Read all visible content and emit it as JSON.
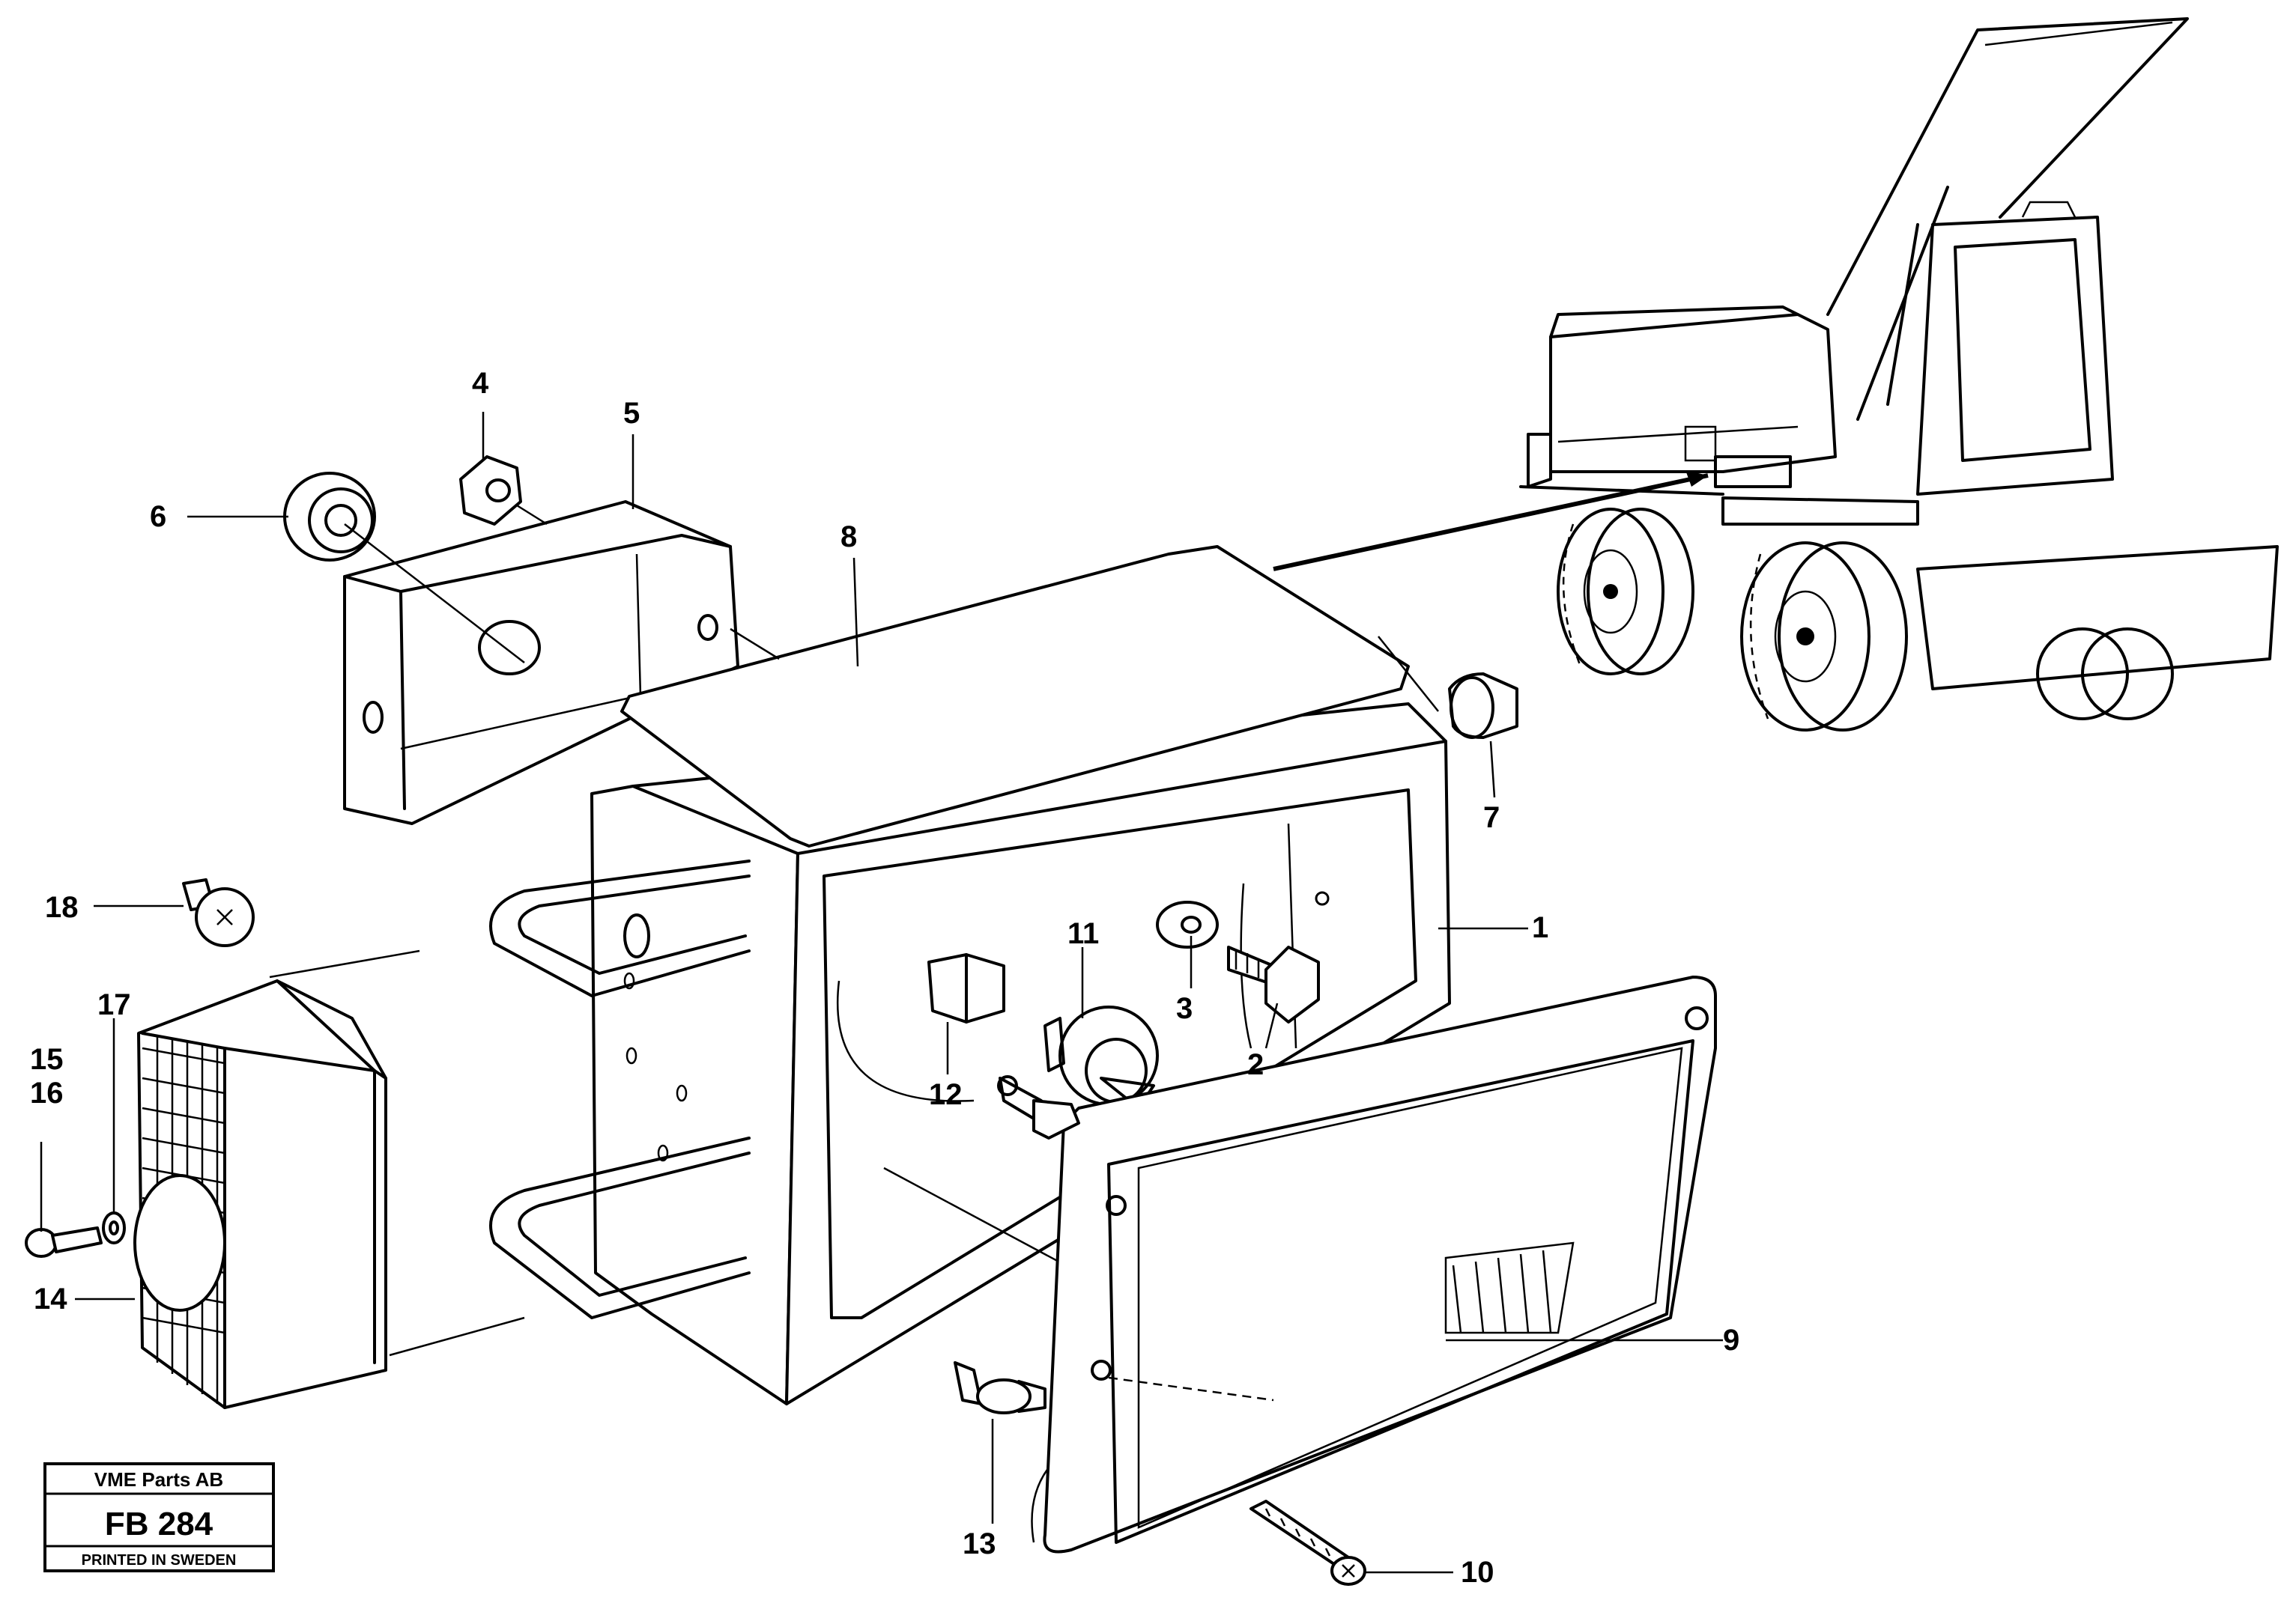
{
  "callouts": [
    {
      "id": "1",
      "label": "1"
    },
    {
      "id": "2",
      "label": "2"
    },
    {
      "id": "3",
      "label": "3"
    },
    {
      "id": "4",
      "label": "4"
    },
    {
      "id": "5",
      "label": "5"
    },
    {
      "id": "6",
      "label": "6"
    },
    {
      "id": "7",
      "label": "7"
    },
    {
      "id": "8",
      "label": "8"
    },
    {
      "id": "9",
      "label": "9"
    },
    {
      "id": "10",
      "label": "10"
    },
    {
      "id": "11",
      "label": "11"
    },
    {
      "id": "12",
      "label": "12"
    },
    {
      "id": "13",
      "label": "13"
    },
    {
      "id": "14",
      "label": "14"
    },
    {
      "id": "15",
      "label": "15"
    },
    {
      "id": "16",
      "label": "16"
    },
    {
      "id": "17",
      "label": "17"
    },
    {
      "id": "18",
      "label": "18"
    }
  ],
  "title_block": {
    "company": "VME Parts AB",
    "code": "FB 284",
    "printed": "PRINTED IN SWEDEN"
  }
}
